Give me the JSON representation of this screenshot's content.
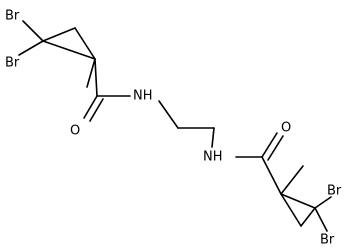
{
  "molecule": {
    "atoms": {
      "br_top_upper": "Br",
      "br_top_lower": "Br",
      "o_left": "O",
      "nh_left": "NH",
      "nh_right": "NH",
      "o_right": "O",
      "br_bottom_upper": "Br",
      "br_bottom_lower": "Br"
    }
  }
}
